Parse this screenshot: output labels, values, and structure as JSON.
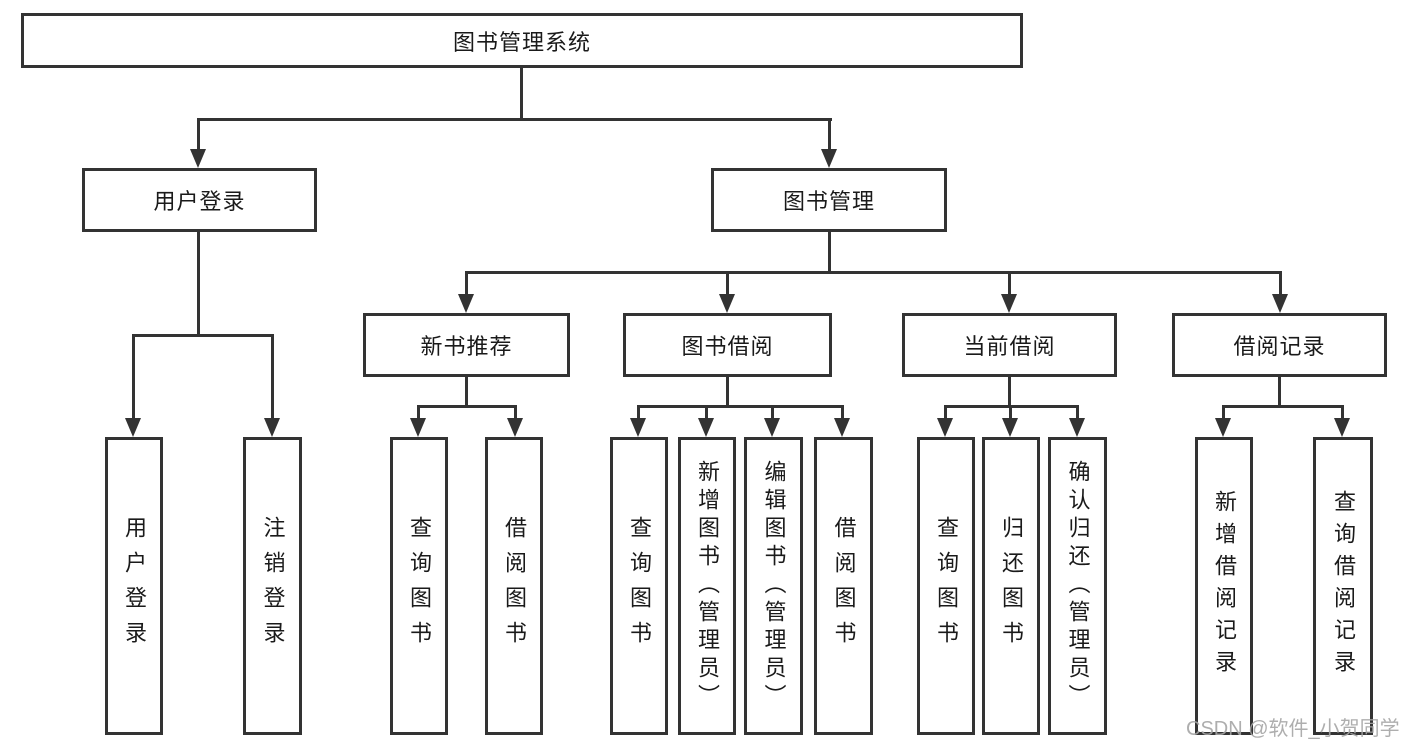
{
  "tree": {
    "root": {
      "label": "图书管理系统"
    },
    "branches": [
      {
        "label": "用户登录",
        "children": [
          {
            "label": "用户登录"
          },
          {
            "label": "注销登录"
          }
        ]
      },
      {
        "label": "图书管理",
        "groups": [
          {
            "label": "新书推荐",
            "children": [
              {
                "label": "查询图书"
              },
              {
                "label": "借阅图书"
              }
            ]
          },
          {
            "label": "图书借阅",
            "children": [
              {
                "label": "查询图书"
              },
              {
                "label": "新增图书（管理员）"
              },
              {
                "label": "编辑图书（管理员）"
              },
              {
                "label": "借阅图书"
              }
            ]
          },
          {
            "label": "当前借阅",
            "children": [
              {
                "label": "查询图书"
              },
              {
                "label": "归还图书"
              },
              {
                "label": "确认归还（管理员）"
              }
            ]
          },
          {
            "label": "借阅记录",
            "children": [
              {
                "label": "新增借阅记录"
              },
              {
                "label": "查询借阅记录"
              }
            ]
          }
        ]
      }
    ]
  },
  "watermark": {
    "text": "CSDN @软件_小贺同学",
    "color": "#a5a5a5"
  },
  "colors": {
    "line": "#333333",
    "box_border": "#333333",
    "text": "#1a1a1a",
    "background": "#ffffff"
  }
}
